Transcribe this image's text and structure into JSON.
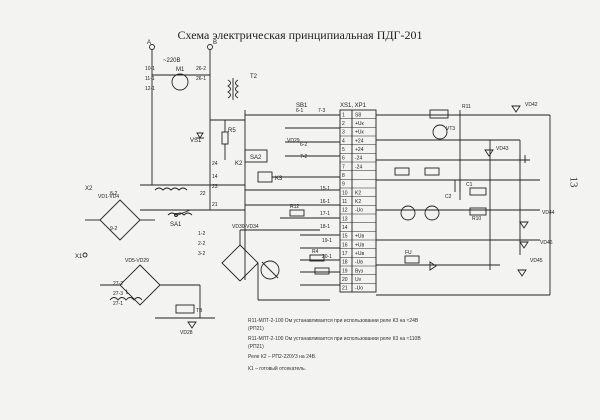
{
  "title": "Схема электрическая принципиальная ПДГ-201",
  "page_number": "13",
  "supply": {
    "voltage": "~220В",
    "phase_a": "A",
    "phase_b": "B"
  },
  "components": {
    "motor": "M1",
    "transformer_t2": "T2",
    "sb1": "SB1",
    "k2": "K2",
    "k3": "K3",
    "sa2": "SA2",
    "sa1": "SA1",
    "vs1": "VS1",
    "vd29": "VD29",
    "l": "L",
    "tb1": "TB",
    "vd28": "VD28",
    "vd1_vd4": "VD1-VD4",
    "vd5_vd29": "VD5-VD29",
    "vd30_vd34": "VD30-VD34",
    "x1": "X1",
    "x2": "X2",
    "xs1_xp1": "XS1, XP1",
    "r11": "R11",
    "r12": "R12",
    "r4": "R4",
    "r5": "R5",
    "r10": "R10",
    "vt3": "VT3",
    "vd42": "VD42",
    "vd43": "VD43",
    "vd44": "VD44",
    "vd45": "VD45",
    "vd46": "VD46",
    "c1": "C1",
    "c2": "C2",
    "fu": "FU"
  },
  "connector_pins": [
    {
      "num": "1",
      "label": "S8"
    },
    {
      "num": "2",
      "label": "+Uк"
    },
    {
      "num": "3",
      "label": "+Uк"
    },
    {
      "num": "4",
      "label": "+24"
    },
    {
      "num": "5",
      "label": "+24"
    },
    {
      "num": "6",
      "label": "-24"
    },
    {
      "num": "7",
      "label": "-24"
    },
    {
      "num": "8",
      "label": ""
    },
    {
      "num": "9",
      "label": ""
    },
    {
      "num": "10",
      "label": "K2"
    },
    {
      "num": "11",
      "label": "K2"
    },
    {
      "num": "12",
      "label": "-Uo"
    },
    {
      "num": "13",
      "label": ""
    },
    {
      "num": "14",
      "label": ""
    },
    {
      "num": "15",
      "label": "+Uв"
    },
    {
      "num": "16",
      "label": "+Uв"
    },
    {
      "num": "17",
      "label": "+Uв"
    },
    {
      "num": "18",
      "label": "-Uв"
    },
    {
      "num": "19",
      "label": "Вуз"
    },
    {
      "num": "20",
      "label": "Uv"
    },
    {
      "num": "21",
      "label": "-Uo"
    }
  ],
  "wire_labels": [
    "10-1",
    "26-2",
    "11-1",
    "26-1",
    "12-1",
    "14",
    "22",
    "23",
    "21",
    "24",
    "6-1",
    "7-3",
    "6-2",
    "7-2",
    "15-1",
    "16-1",
    "17-1",
    "18-1",
    "19-1",
    "20-1",
    "27-2",
    "27-3",
    "27-1",
    "8-2",
    "9-2",
    "1-2",
    "2-2",
    "3-2"
  ],
  "notes": [
    "R11-МЛТ-2-100 Ом устанавливается при использовании реле К3 на ≈24В",
    "(РП21)",
    "R11-МЛТ-2-100 Ом устанавливается при использовании реле К3 на ≈110В",
    "(РП21)",
    "Реле К2 – РП2-220У3 на 24В.",
    "К1 – готовый отсекатель."
  ]
}
